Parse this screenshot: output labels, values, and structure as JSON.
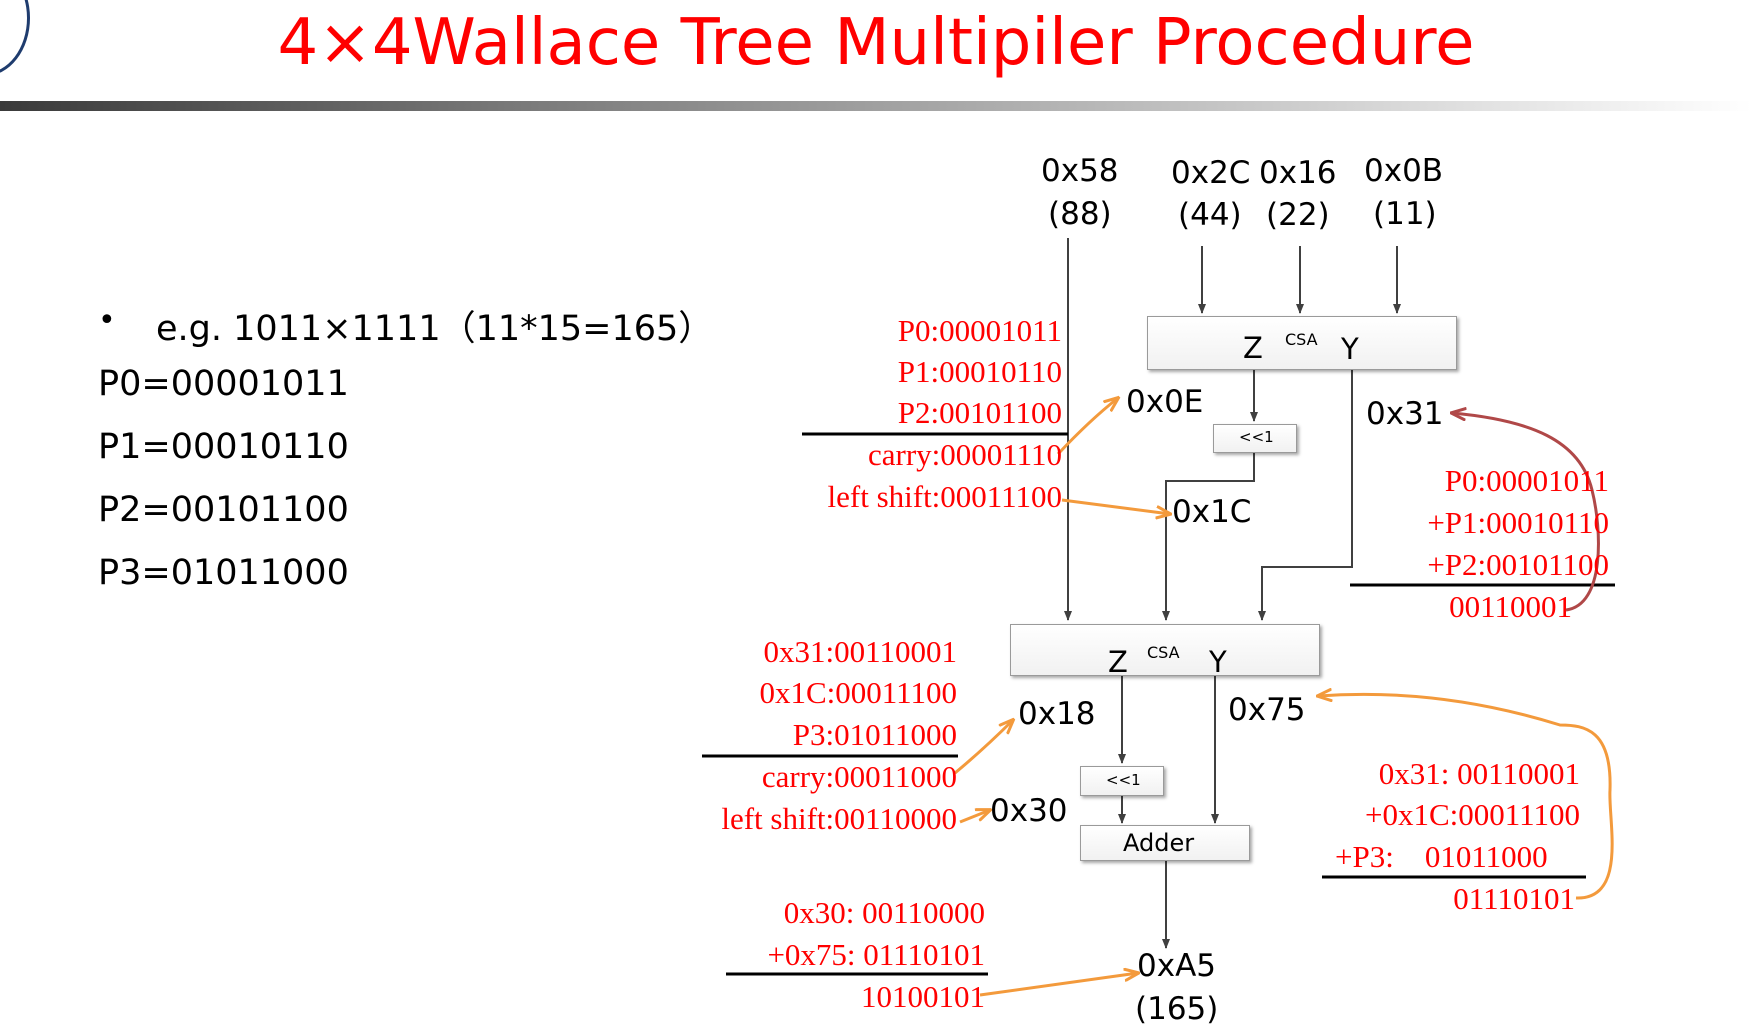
{
  "title": "4×4Wallace Tree Multipiler Procedure",
  "left": {
    "bullet": "•",
    "example": "e.g. 1011×1111（11*15=165）",
    "p0": "P0=00001011",
    "p1": "P1=00010110",
    "p2": "P2=00101100",
    "p3": "P3=01011000"
  },
  "inputs": [
    {
      "hex": "0x58",
      "dec": "(88)"
    },
    {
      "hex": "0x2C",
      "dec": "(44)"
    },
    {
      "hex": "0x16",
      "dec": "(22)"
    },
    {
      "hex": "0x0B",
      "dec": "(11)"
    }
  ],
  "csa1": {
    "z": "Z",
    "label": "CSA",
    "y": "Y"
  },
  "csa2": {
    "z": "Z",
    "label": "CSA",
    "y": "Y"
  },
  "shift_label": "<<1",
  "adder_label": "Adder",
  "wires": {
    "z1": "0x0E",
    "y1": "0x31",
    "shift1": "0x1C",
    "z2": "0x18",
    "y2": "0x75",
    "shift2": "0x30",
    "result_hex": "0xA5",
    "result_dec": "(165)"
  },
  "calc1": {
    "p0": "P0:00001011",
    "p1": "P1:00010110",
    "p2": "P2:00101100",
    "carry": "carry:00001110",
    "shift": "left shift:00011100"
  },
  "sum1": {
    "p0": "P0:00001011",
    "p1": "+P1:00010110",
    "p2": "+P2:00101100",
    "result": "00110001"
  },
  "calc2": {
    "a": "0x31:00110001",
    "b": "0x1C:00011100",
    "p3": "P3:01011000",
    "carry": "carry:00011000",
    "shift": "left shift:00110000"
  },
  "sum2": {
    "a": "0x31: 00110001",
    "b": "+0x1C:00011100",
    "p3": "+P3:    01011000",
    "result": "01110101"
  },
  "final": {
    "a": "0x30: 00110000",
    "b": "+0x75: 01110101",
    "result": "10100101"
  },
  "colors": {
    "title": "#ff0000",
    "annotation": "#ff0000",
    "orange_arrow": "#f39a3c",
    "maroon_arrow": "#b04848",
    "wire": "#404040"
  }
}
